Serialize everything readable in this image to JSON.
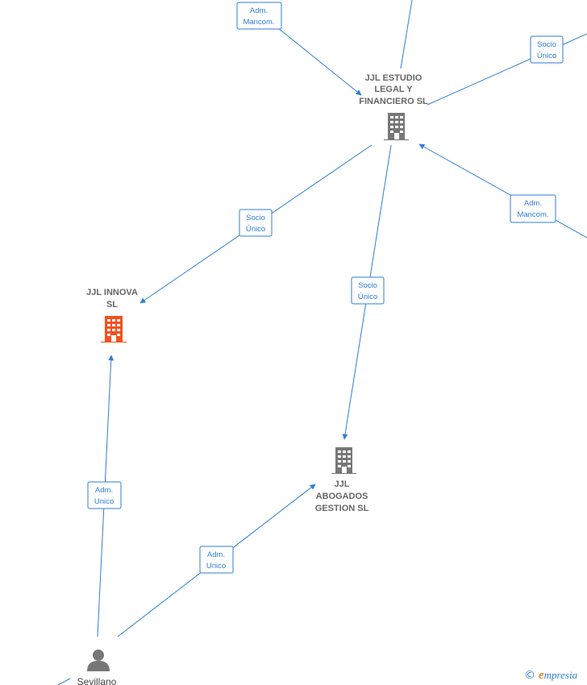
{
  "nodes": {
    "estudio": {
      "label_lines": [
        "JJL ESTUDIO",
        "LEGAL Y",
        "FINANCIERO SL"
      ],
      "color": "#777777"
    },
    "innova": {
      "label_lines": [
        "JJL INNOVA",
        "SL"
      ],
      "color": "#f4511e"
    },
    "abogados": {
      "label_lines": [
        "JJL",
        "ABOGADOS",
        "GESTION  SL"
      ],
      "color": "#777777"
    },
    "person": {
      "label": "Sevillano",
      "color": "#777777"
    }
  },
  "edges": {
    "top_left": [
      "Adm.",
      "Mancom."
    ],
    "top_right": [
      "Socio",
      "Único"
    ],
    "right": [
      "Adm.",
      "Mancom."
    ],
    "estudio_innova": [
      "Socio",
      "Único"
    ],
    "estudio_abogados": [
      "Socio",
      "Único"
    ],
    "person_innova": [
      "Adm.",
      "Unico"
    ],
    "person_abogados": [
      "Adm.",
      "Unico"
    ]
  },
  "watermark": {
    "symbol": "©",
    "brand_initial": "e",
    "brand_rest": "mpresia"
  }
}
